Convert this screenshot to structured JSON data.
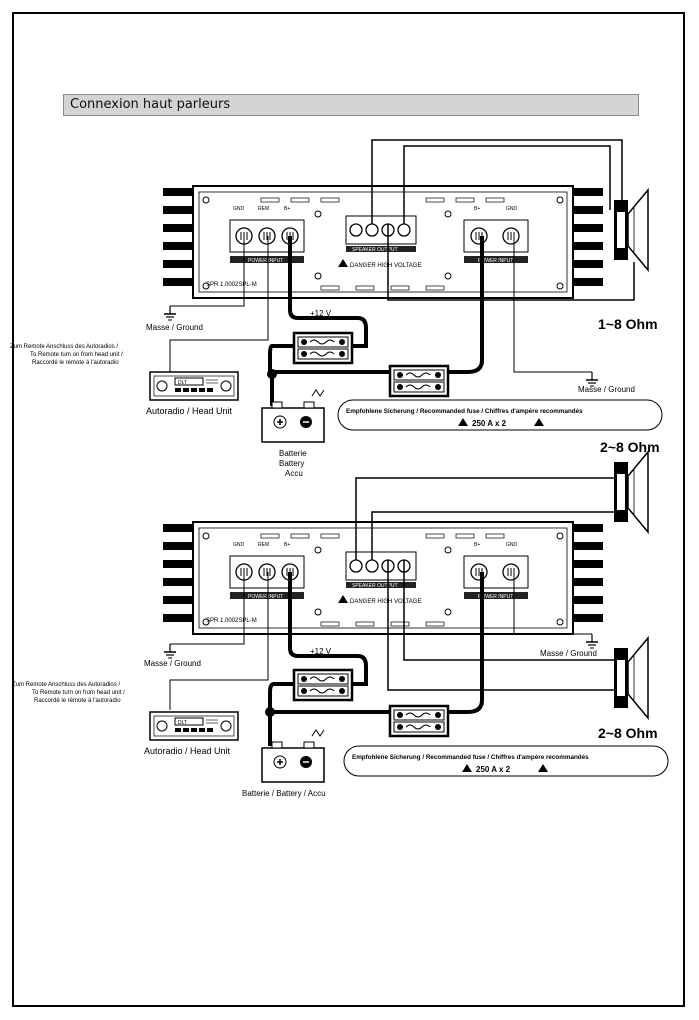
{
  "page": {
    "section_title": "Connexion haut parleurs"
  },
  "diagram1": {
    "amp_label_left": "POWER INPUT",
    "amp_label_center": "SPEAKER OUTPUT",
    "amp_label_right": "POWER INPUT",
    "terminal_labels": [
      "GND",
      "REM",
      "B+",
      "B+",
      "GND"
    ],
    "danger_text": "DANGER HIGH VOLTAGE",
    "model_text": "SPR 1.0002SPL-M",
    "ground_left": "Masse / Ground",
    "ground_right": "Masse / Ground",
    "plus12": "+12 V",
    "remote_note": [
      "Zum Remote Anschluss des Autoradios /",
      "To Remote turn on from head unit /",
      "Raccordé le rémote à l'autoradio"
    ],
    "head_unit_label": "Autoradio / Head Unit",
    "head_unit_display": "DLT",
    "battery_label": [
      "Batterie",
      "Battery",
      "Accu"
    ],
    "ohm": "1~8 Ohm",
    "fuse_line1": "Empfohlene Sicherung / Recommanded fuse / Chiffres d'ampère recommandés",
    "fuse_line2": "250 A x 2"
  },
  "diagram2": {
    "amp_label_left": "POWER INPUT",
    "amp_label_center": "SPEAKER OUTPUT",
    "amp_label_right": "POWER INPUT",
    "terminal_labels": [
      "GND",
      "REM",
      "B+",
      "B+",
      "GND"
    ],
    "danger_text": "DANGER HIGH VOLTAGE",
    "model_text": "SPR 1.0002SPL-M",
    "ground_left": "Masse / Ground",
    "ground_right": "Masse / Ground",
    "plus12": "+12 V",
    "remote_note": [
      "Zum Remote Anschluss des Autoradios /",
      "To Remote turn on from head unit /",
      "Raccordé le rémote à l'autoradio"
    ],
    "head_unit_label": "Autoradio / Head Unit",
    "head_unit_display": "DLT",
    "battery_label": "Batterie / Battery / Accu",
    "ohm_top": "2~8 Ohm",
    "ohm_bottom": "2~8 Ohm",
    "fuse_line1": "Empfohlene Sicherung / Recommanded fuse / Chiffres d'ampère recommandés",
    "fuse_line2": "250 A x 2"
  }
}
